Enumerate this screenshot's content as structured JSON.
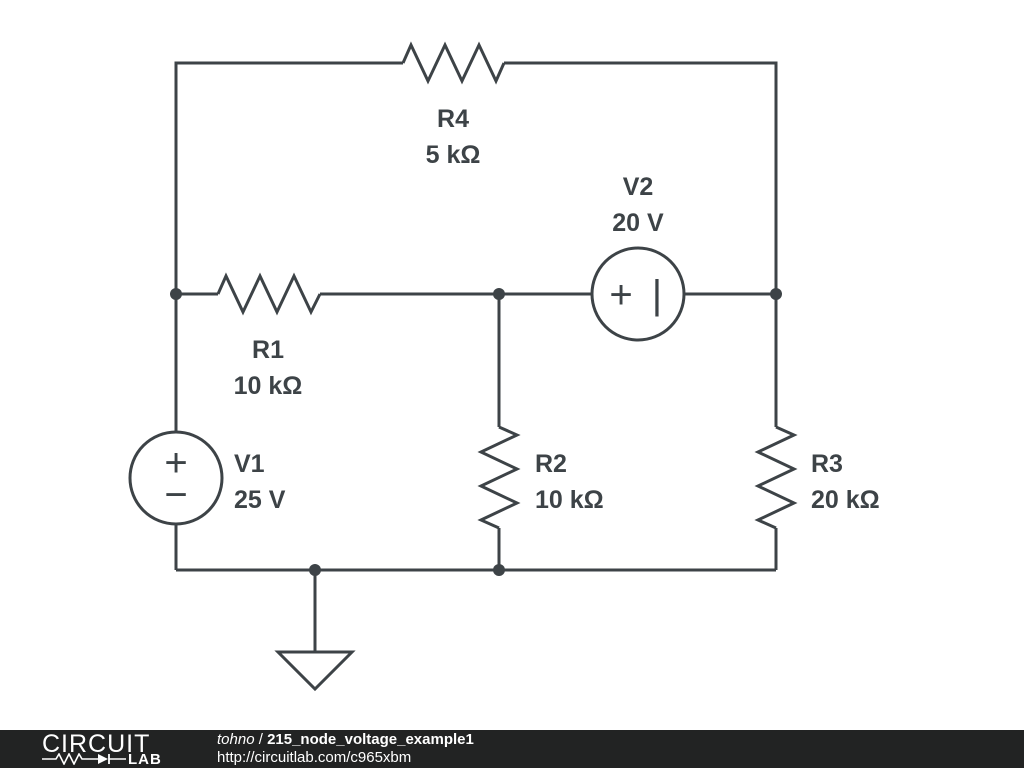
{
  "components": {
    "r4": {
      "name": "R4",
      "value": "5 kΩ"
    },
    "r1": {
      "name": "R1",
      "value": "10 kΩ"
    },
    "r2": {
      "name": "R2",
      "value": "10 kΩ"
    },
    "r3": {
      "name": "R3",
      "value": "20 kΩ"
    },
    "v1": {
      "name": "V1",
      "value": "25 V",
      "plus": "+",
      "minus": "−"
    },
    "v2": {
      "name": "V2",
      "value": "20 V",
      "plus": "+",
      "minus": "|"
    }
  },
  "footer": {
    "logo_top": "CIRCUIT",
    "logo_bottom": "LAB",
    "author": "tohno",
    "separator": " / ",
    "title": "215_node_voltage_example1",
    "url": "http://circuitlab.com/c965xbm"
  },
  "colors": {
    "wire": "#3d4347",
    "footer_bg": "#222323",
    "footer_text": "#ffffff"
  }
}
